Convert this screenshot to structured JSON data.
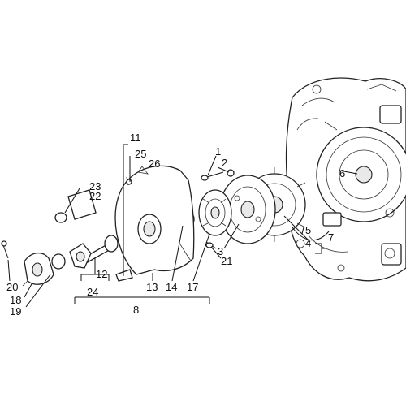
{
  "diagram": {
    "labels": {
      "n1": "1",
      "n2": "2",
      "n3": "3",
      "n4": "4",
      "n5": "5",
      "n6": "6",
      "n7": "7",
      "n8": "8",
      "n11": "11",
      "n12": "12",
      "n13": "13",
      "n14": "14",
      "n17": "17",
      "n18": "18",
      "n19": "19",
      "n20": "20",
      "n21": "21",
      "n22": "22",
      "n23": "23",
      "n24": "24",
      "n25": "25",
      "n26": "26"
    }
  }
}
